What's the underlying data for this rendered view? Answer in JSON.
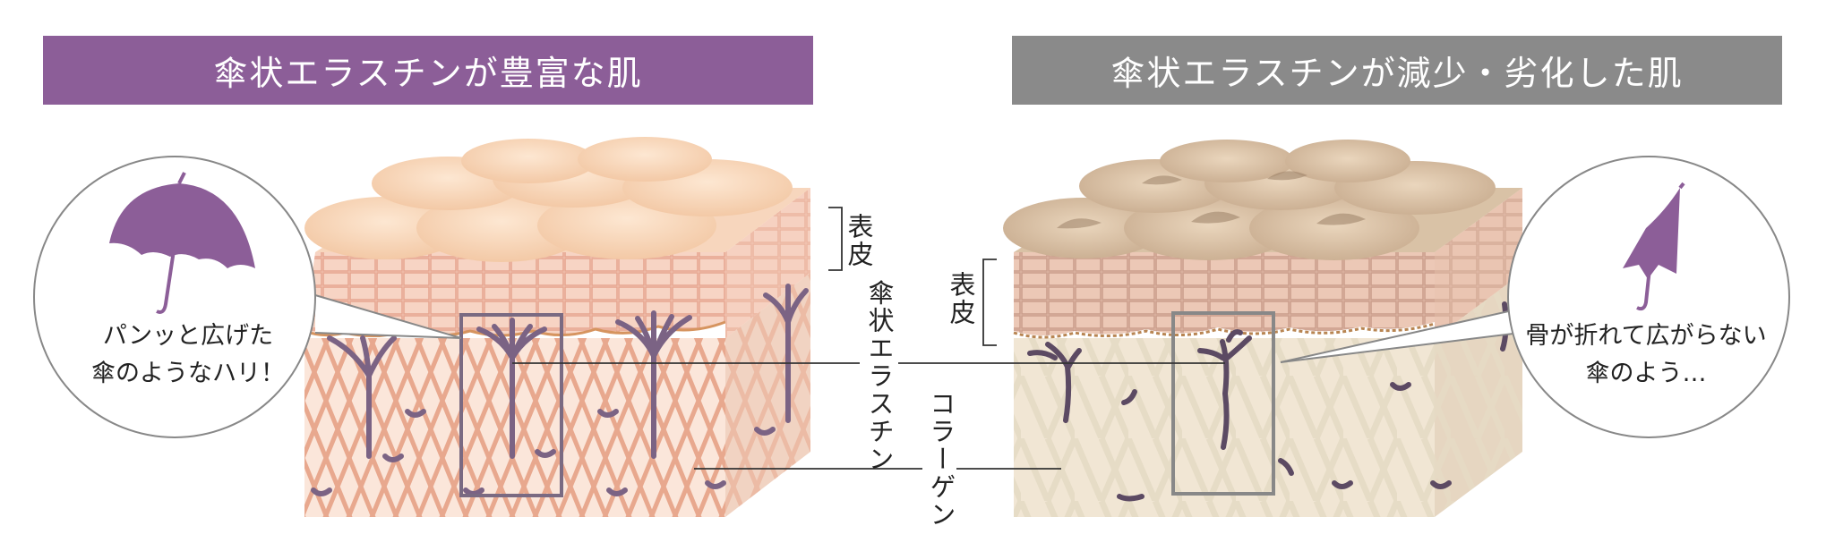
{
  "banners": {
    "left_title": "傘状エラスチンが豊富な肌",
    "right_title": "傘状エラスチンが減少・劣化した肌"
  },
  "callouts": {
    "left_line1": "パンッと広げた",
    "left_line2": "傘のようなハリ！",
    "right_line1": "骨が折れて広がらない",
    "right_line2": "傘のよう…"
  },
  "labels": {
    "epidermis": "表皮",
    "umbrella_elastin": "傘状エラスチン",
    "collagen": "コラーゲン"
  },
  "colors": {
    "accent_purple": "#8c5e98",
    "banner_gray": "#8a8a8a",
    "elastin": "#7b6384",
    "highlight_box": "#7a6a82"
  },
  "icons": {
    "left": "open-umbrella-icon",
    "right": "broken-umbrella-icon"
  }
}
